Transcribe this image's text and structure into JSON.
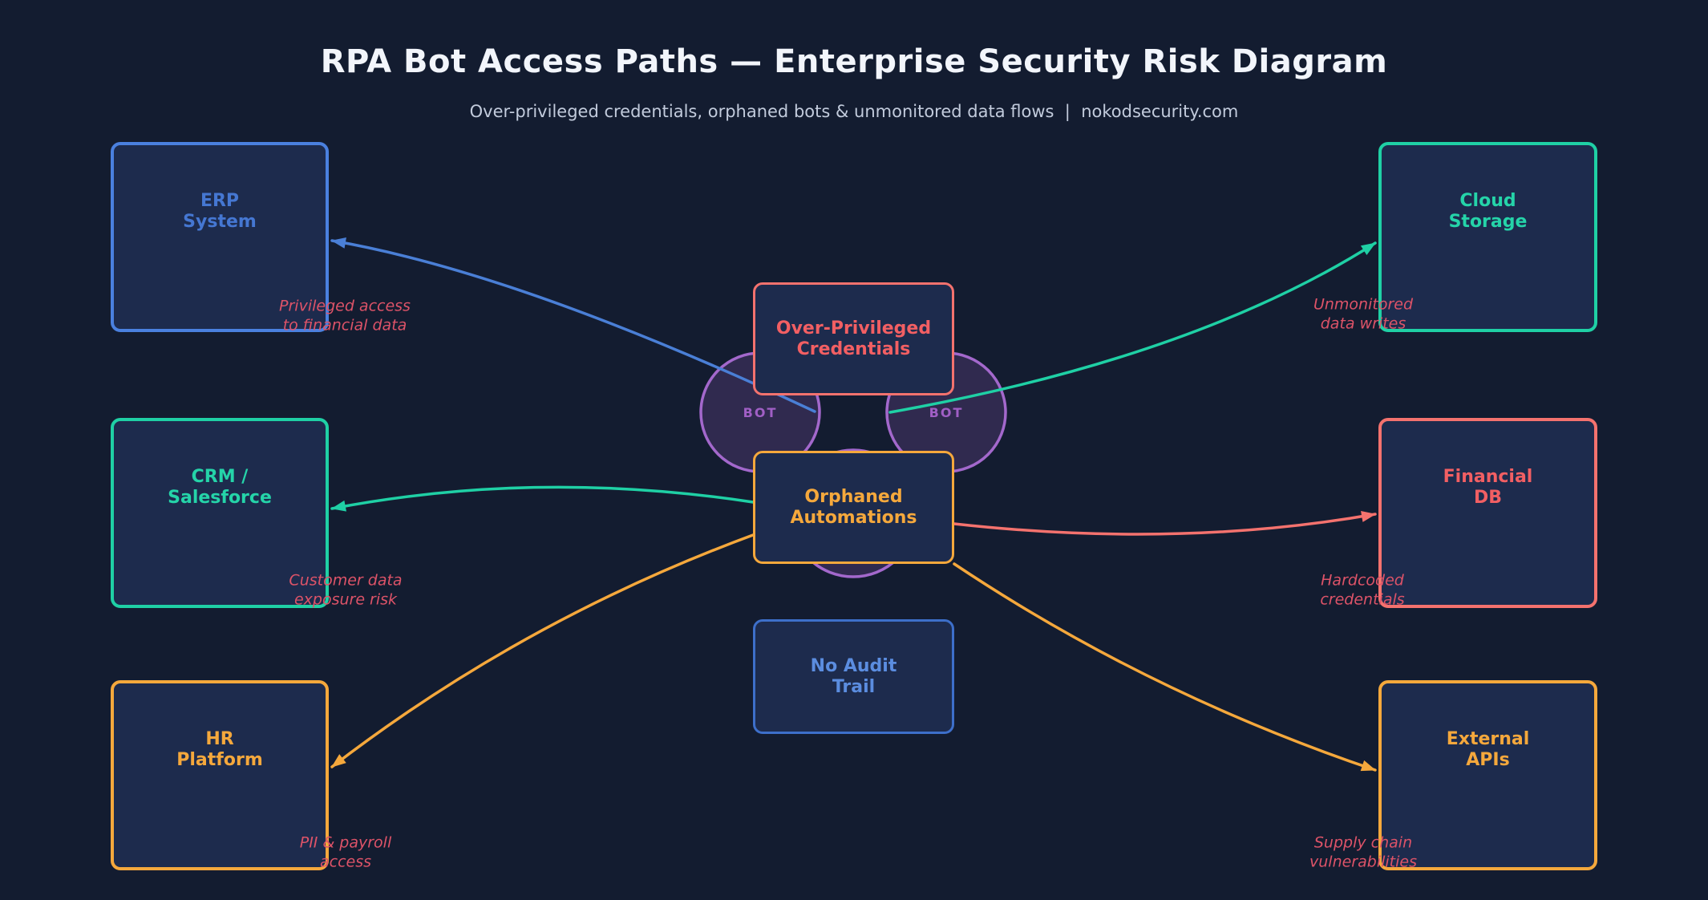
{
  "header": {
    "title": "RPA Bot Access Paths — Enterprise Security Risk Diagram",
    "subtitle": "Over-privileged credentials, orphaned bots & unmonitored data flows  |  nokodsecurity.com"
  },
  "center_nodes": {
    "over_privileged": {
      "label": "Over-Privileged\nCredentials",
      "color": "#f4726e"
    },
    "orphaned": {
      "label": "Orphaned\nAutomations",
      "color": "#f5a83c"
    },
    "no_audit": {
      "label": "No Audit\nTrail",
      "color": "#3d6fca"
    }
  },
  "bot_labels": {
    "left": "BOT",
    "right": "BOT"
  },
  "systems": {
    "erp": {
      "label": "ERP\nSystem",
      "risk": "Privileged access\nto financial data",
      "color": "#4a80df"
    },
    "crm": {
      "label": "CRM /\nSalesforce",
      "risk": "Customer data\nexposure risk",
      "color": "#1fd0a5"
    },
    "hr": {
      "label": "HR\nPlatform",
      "risk": "PII & payroll\naccess",
      "color": "#f5a83c"
    },
    "cloud": {
      "label": "Cloud\nStorage",
      "risk": "Unmonitored\ndata writes",
      "color": "#1fd0a5"
    },
    "financial": {
      "label": "Financial\nDB",
      "risk": "Hardcoded\ncredentials",
      "color": "#f4726e"
    },
    "external": {
      "label": "External\nAPIs",
      "risk": "Supply chain\nvulnerabilities",
      "color": "#f5a83c"
    }
  },
  "palette": {
    "background": "#131c30",
    "node_fill": "#1d2b4d",
    "blue": "#4a7fd6",
    "teal": "#1fd0a5",
    "orange": "#f5a83c",
    "red": "#f4726e",
    "purple": "#a368cc",
    "annotation": "#dd5368"
  }
}
